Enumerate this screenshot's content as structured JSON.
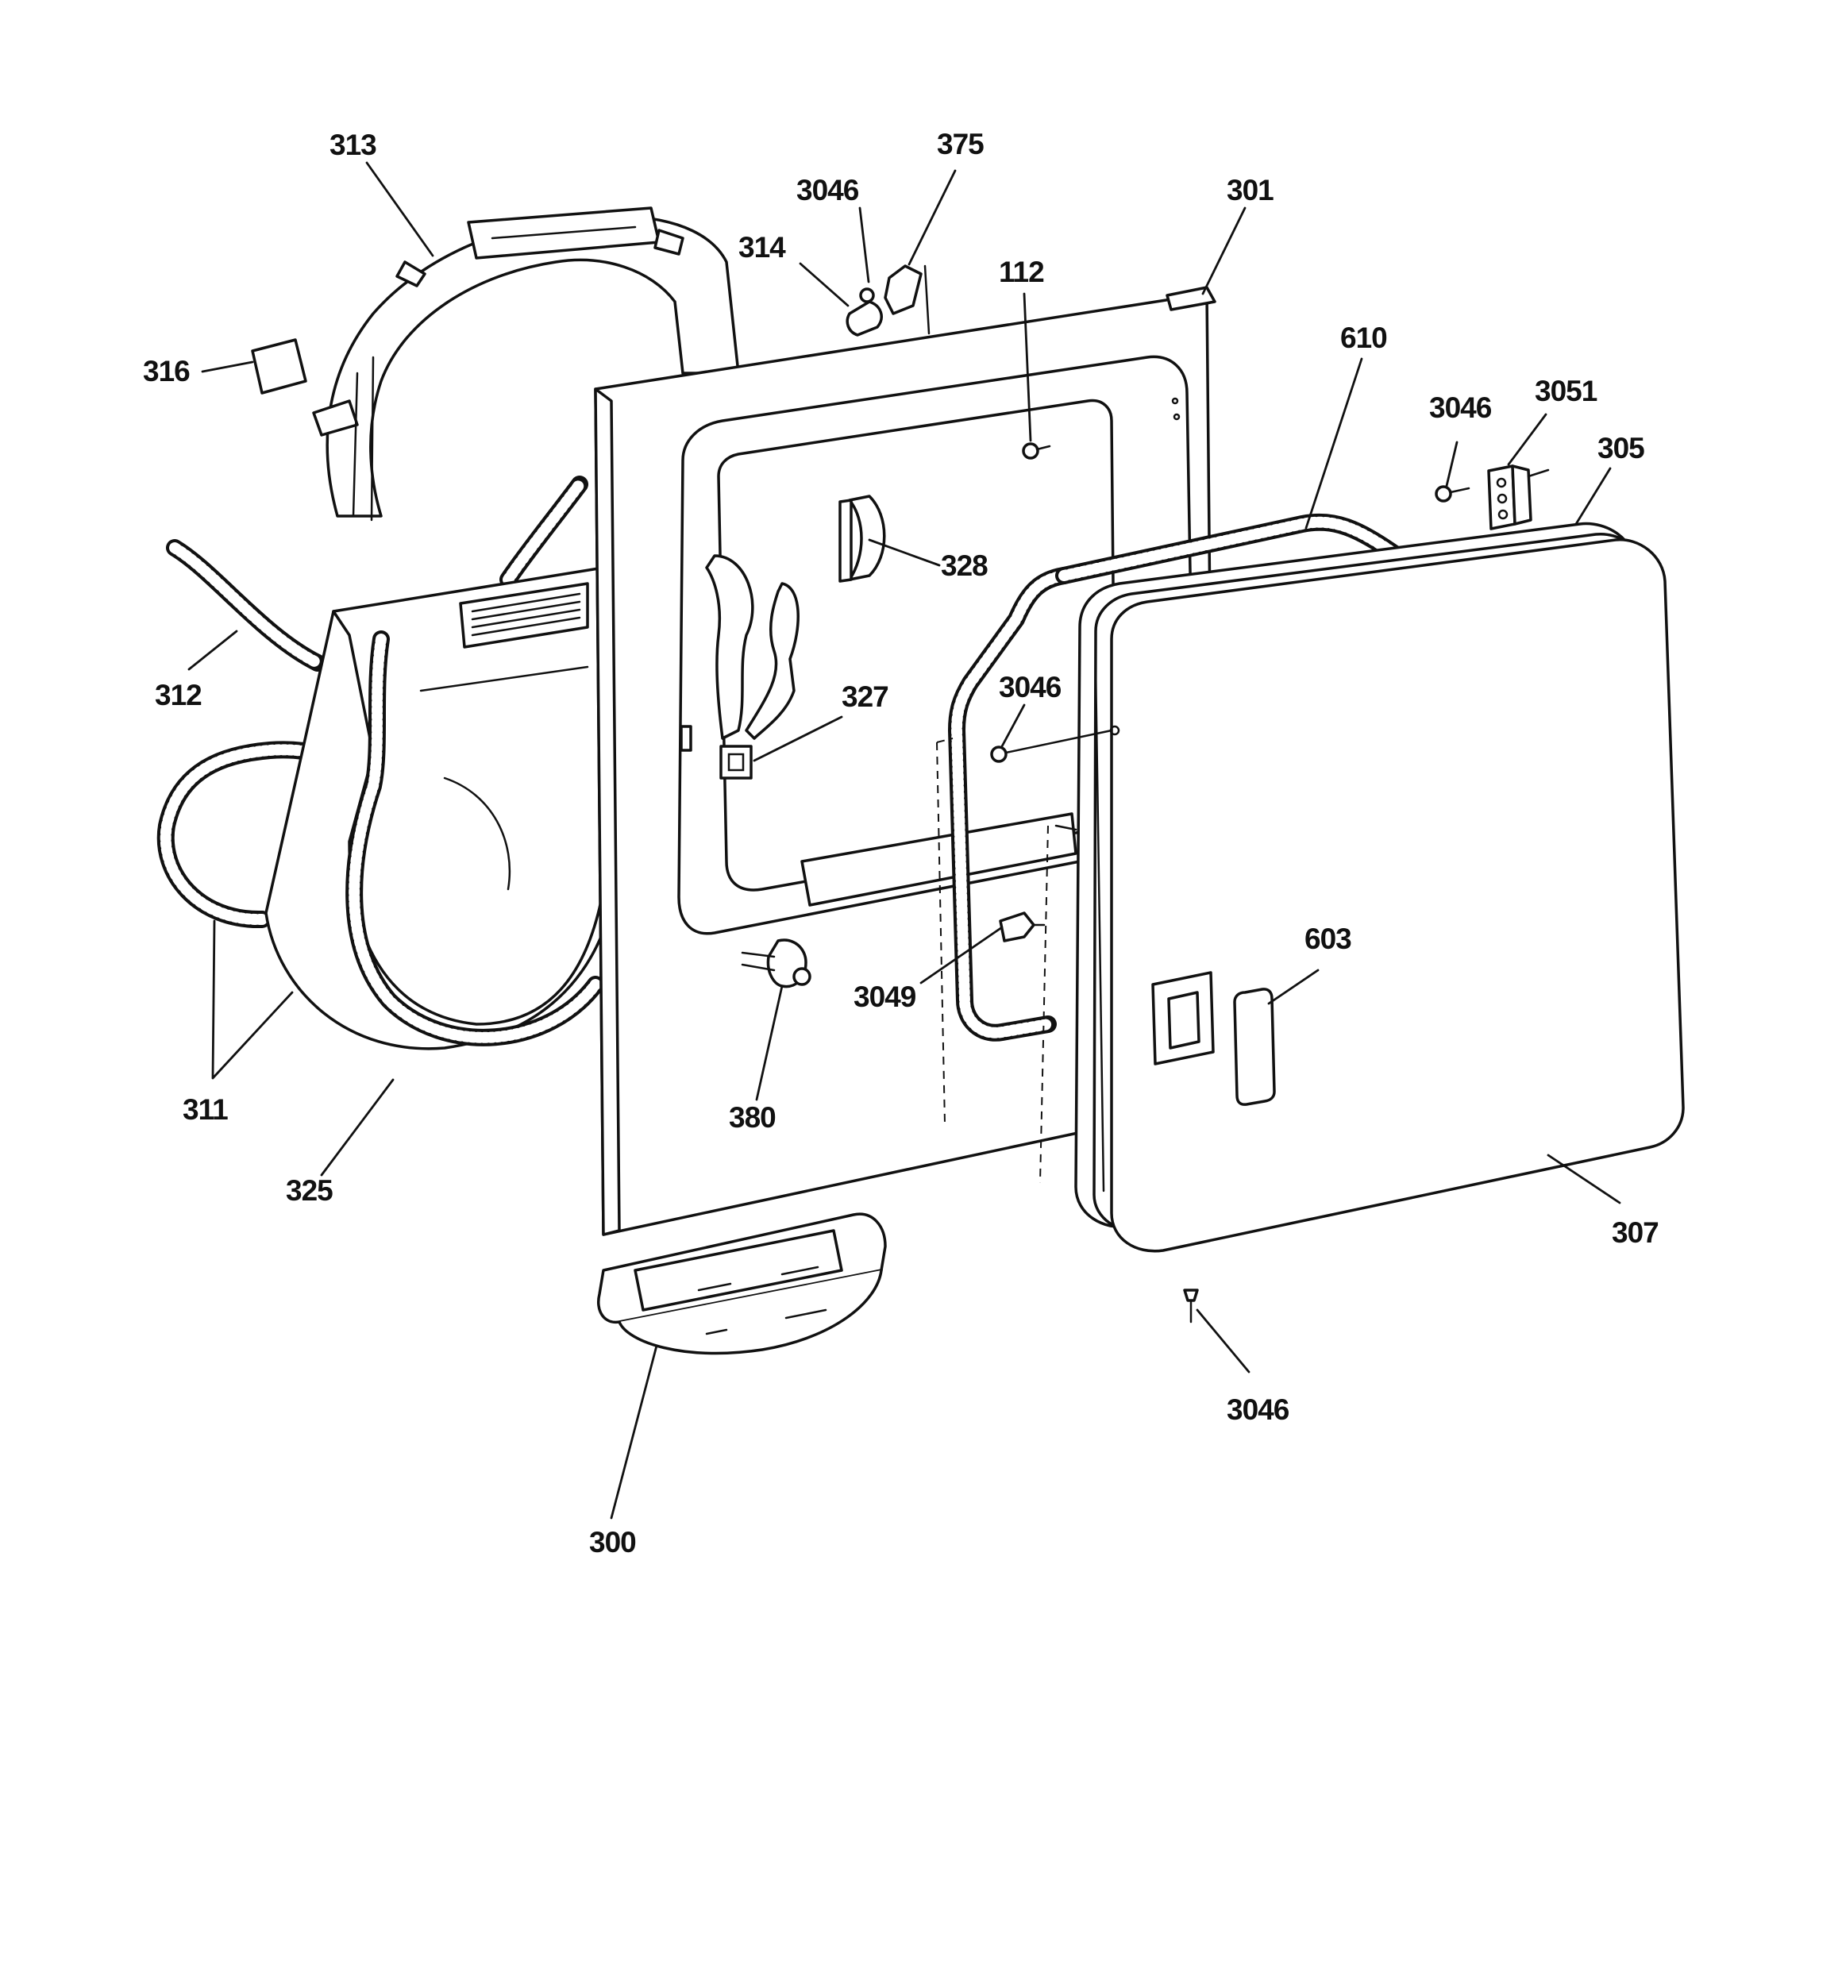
{
  "callouts": [
    {
      "id": "c313",
      "label": "313"
    },
    {
      "id": "c375",
      "label": "375"
    },
    {
      "id": "c3046a",
      "label": "3046"
    },
    {
      "id": "c314",
      "label": "314"
    },
    {
      "id": "c301",
      "label": "301"
    },
    {
      "id": "c112",
      "label": "112"
    },
    {
      "id": "c316",
      "label": "316"
    },
    {
      "id": "c610",
      "label": "610"
    },
    {
      "id": "c3046b",
      "label": "3046"
    },
    {
      "id": "c3051",
      "label": "3051"
    },
    {
      "id": "c305",
      "label": "305"
    },
    {
      "id": "c328",
      "label": "328"
    },
    {
      "id": "c312",
      "label": "312"
    },
    {
      "id": "c327",
      "label": "327"
    },
    {
      "id": "c3046c",
      "label": "3046"
    },
    {
      "id": "c603",
      "label": "603"
    },
    {
      "id": "c3049",
      "label": "3049"
    },
    {
      "id": "c380",
      "label": "380"
    },
    {
      "id": "c311",
      "label": "311"
    },
    {
      "id": "c325",
      "label": "325"
    },
    {
      "id": "c307",
      "label": "307"
    },
    {
      "id": "c3046d",
      "label": "3046"
    },
    {
      "id": "c300",
      "label": "300"
    }
  ]
}
